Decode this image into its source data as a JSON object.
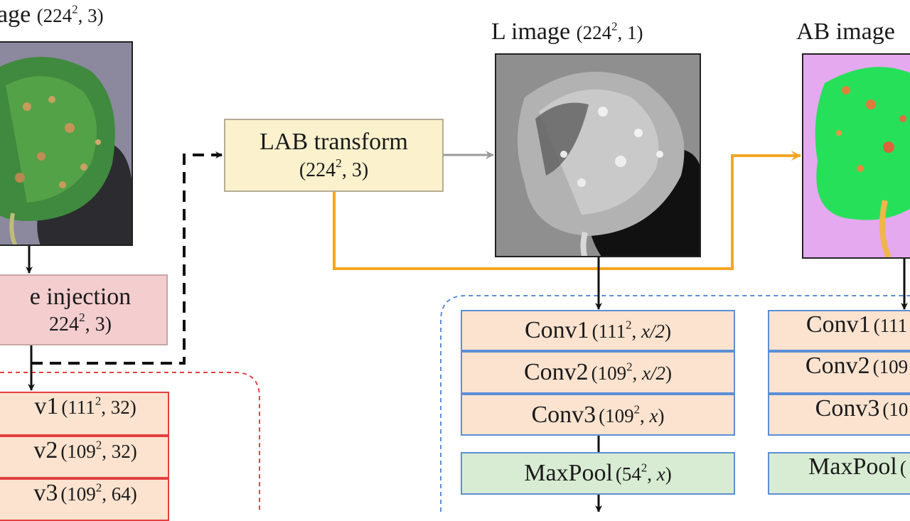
{
  "rgb_image": {
    "label_name": "age",
    "label_dims": "(224",
    "label_exp": "2",
    "label_tail": ", 3)"
  },
  "l_image": {
    "label_name": "L image",
    "label_dims": "(224",
    "label_exp": "2",
    "label_tail": ", 1)"
  },
  "ab_image": {
    "label_name": "AB image"
  },
  "lab_transform": {
    "title": "LAB transform",
    "dims": "(224",
    "exp": "2",
    "tail": ", 3)"
  },
  "noise_injection": {
    "title": "e injection",
    "dims": "224",
    "exp": "2",
    "tail": ", 3)"
  },
  "rgb_branch": [
    {
      "layer": "v1",
      "dims": "(111",
      "exp": "2",
      "tail": ", 32)"
    },
    {
      "layer": "v2",
      "dims": "(109",
      "exp": "2",
      "tail": ", 32)"
    },
    {
      "layer": "v3",
      "dims": "(109",
      "exp": "2",
      "tail": ", 64)"
    }
  ],
  "l_branch": {
    "convs": [
      {
        "layer": "Conv1",
        "dims": "(111",
        "exp": "2",
        "sep": ", ",
        "var": "x/2",
        "close": ")"
      },
      {
        "layer": "Conv2",
        "dims": "(109",
        "exp": "2",
        "sep": ", ",
        "var": "x/2",
        "close": ")"
      },
      {
        "layer": "Conv3",
        "dims": "(109",
        "exp": "2",
        "sep": ", ",
        "var": "x",
        "close": ")"
      }
    ],
    "pool": {
      "layer": "MaxPool",
      "dims": "(54",
      "exp": "2",
      "sep": ", ",
      "var": "x",
      "close": ")"
    }
  },
  "ab_branch": {
    "convs": [
      {
        "layer": "Conv1",
        "dims": "(111"
      },
      {
        "layer": "Conv2",
        "dims": "(109"
      },
      {
        "layer": "Conv3",
        "dims": "(10"
      }
    ],
    "pool": {
      "layer": "MaxPool",
      "dims": "("
    }
  },
  "colors": {
    "conv_fill": "#fbe3cf",
    "pool_fill": "#d7ecd2",
    "rgb_border": "#e34040",
    "lab_border": "#5b8fd6",
    "ab_arrow": "#f4a623",
    "transform_fill": "#fbf1cd",
    "noise_fill": "#f4cdcf"
  }
}
